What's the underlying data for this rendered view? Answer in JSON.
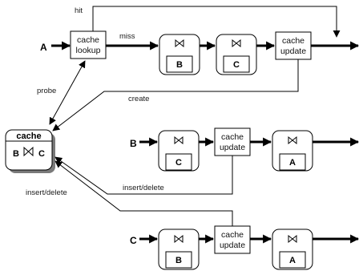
{
  "inputs": {
    "a": "A",
    "b": "B",
    "c": "C"
  },
  "edge_labels": {
    "hit": "hit",
    "miss": "miss",
    "probe": "probe",
    "create": "create",
    "insert_delete_1": "insert/delete",
    "insert_delete_2": "insert/delete"
  },
  "boxes": {
    "cache_lookup": [
      "cache",
      "lookup"
    ],
    "update_top": [
      "cache",
      "update"
    ],
    "update_mid": [
      "cache",
      "update"
    ],
    "update_bot": [
      "cache",
      "update"
    ]
  },
  "join_ops": {
    "top_1": "B",
    "top_2": "C",
    "mid_1": "C",
    "mid_2": "A",
    "bot_1": "B",
    "bot_2": "A"
  },
  "cache_store": {
    "title": "cache",
    "left": "B",
    "right": "C"
  }
}
